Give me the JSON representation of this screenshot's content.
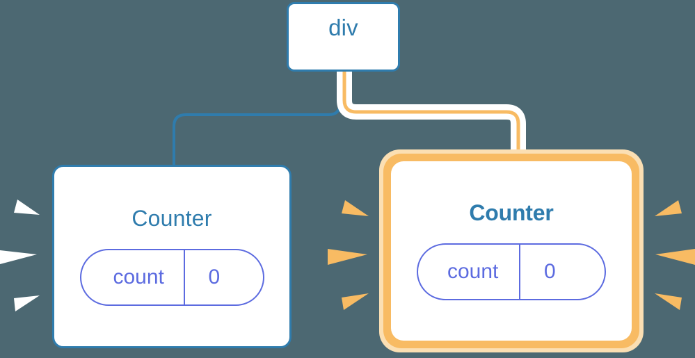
{
  "diagram": {
    "title": "component tree re-render highlight",
    "background_color": "#4c6872",
    "colors": {
      "blue": "#2f7cad",
      "orange": "#f8bb63",
      "orange_light": "#fbdfb3",
      "purple": "#5c6be0",
      "white": "#ffffff"
    }
  },
  "nodes": {
    "root": {
      "label": "div",
      "kind": "dom-element",
      "highlighted": false
    },
    "counter_left": {
      "label": "Counter",
      "kind": "component",
      "highlighted": false,
      "state": {
        "key": "count",
        "value": "0"
      }
    },
    "counter_right": {
      "label": "Counter",
      "kind": "component",
      "highlighted": true,
      "state": {
        "key": "count",
        "value": "0"
      }
    }
  },
  "edges": [
    {
      "name": "div-to-counter-left",
      "from": "div",
      "to": "Counter",
      "color": "#2f7cad",
      "highlighted": false
    },
    {
      "name": "div-to-counter-right",
      "from": "div",
      "to": "Counter",
      "color": "#f8bb63",
      "highlighted": true
    }
  ],
  "sparks": {
    "counter_left": {
      "color": "#ffffff",
      "side": "left",
      "count": 3
    },
    "counter_right_left": {
      "color": "#f8bb63",
      "side": "left",
      "count": 3
    },
    "counter_right_right": {
      "color": "#f8bb63",
      "side": "right",
      "count": 3
    }
  }
}
